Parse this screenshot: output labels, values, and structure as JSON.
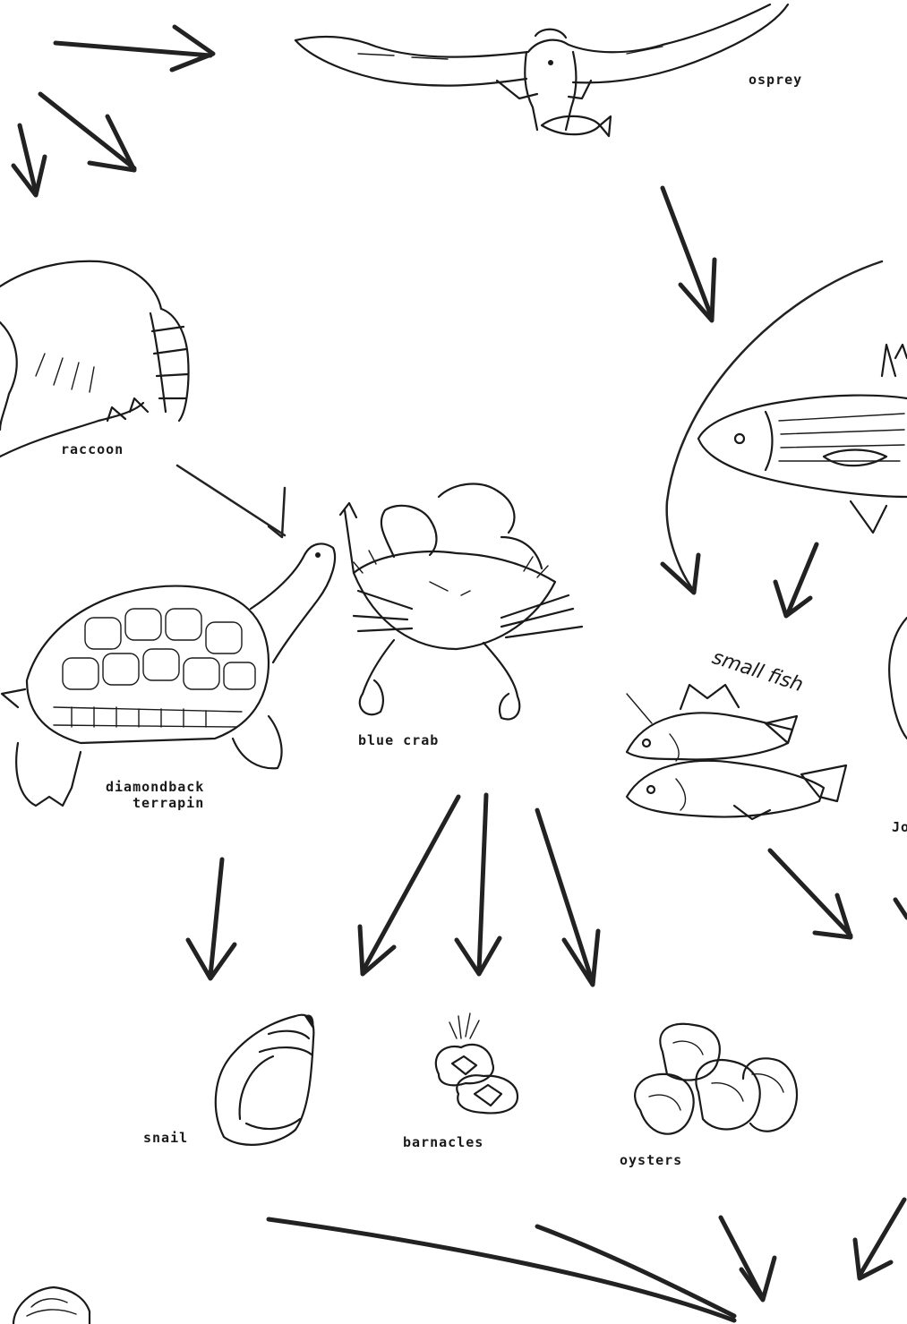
{
  "labels": {
    "osprey": "osprey",
    "raccoon": "raccoon",
    "blue_crab": "blue crab",
    "terrapin_line1": "diamondback",
    "terrapin_line2": "terrapin",
    "small_fish": "small fish",
    "snail": "snail",
    "barnacles": "barnacles",
    "oysters": "oysters",
    "partial_right": "Jo"
  },
  "icons": {
    "osprey": "osprey-drawing",
    "raccoon": "raccoon-drawing",
    "terrapin": "terrapin-drawing",
    "blue_crab": "crab-drawing",
    "striped_bass": "striped-bass-drawing",
    "small_fish": "small-fish-drawing",
    "snail": "snail-drawing",
    "barnacles": "barnacles-drawing",
    "oysters": "oysters-drawing",
    "partial_shell": "shell-drawing"
  },
  "colors": {
    "ink": "#1a1a1a",
    "paper": "#ffffff"
  }
}
